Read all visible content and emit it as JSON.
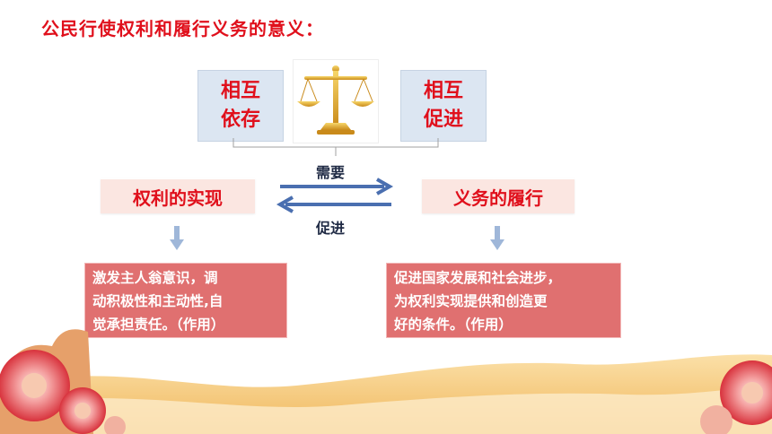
{
  "title": "公民行使权利和履行义务的意义：",
  "left_box": [
    "相互",
    "依存"
  ],
  "right_box": [
    "相互",
    "促进"
  ],
  "left_pill": "权利的实现",
  "right_pill": "义务的履行",
  "arrow_top_label": "需要",
  "arrow_bottom_label": "促进",
  "left_desc": [
    "激发主人翁意识，调",
    "动积极性和主动性,自",
    "觉承担责任。（作用）"
  ],
  "right_desc": [
    "促进国家发展和社会进步，",
    "为权利实现提供和创造更",
    "好的条件。（作用）"
  ],
  "icons": {
    "balance": "balance-scale-icon"
  },
  "colors": {
    "accent_red": "#e0101c",
    "arrow_blue": "#4a6fb0",
    "desc_bg": "#e07070",
    "box_blue": "#dce6f2"
  }
}
